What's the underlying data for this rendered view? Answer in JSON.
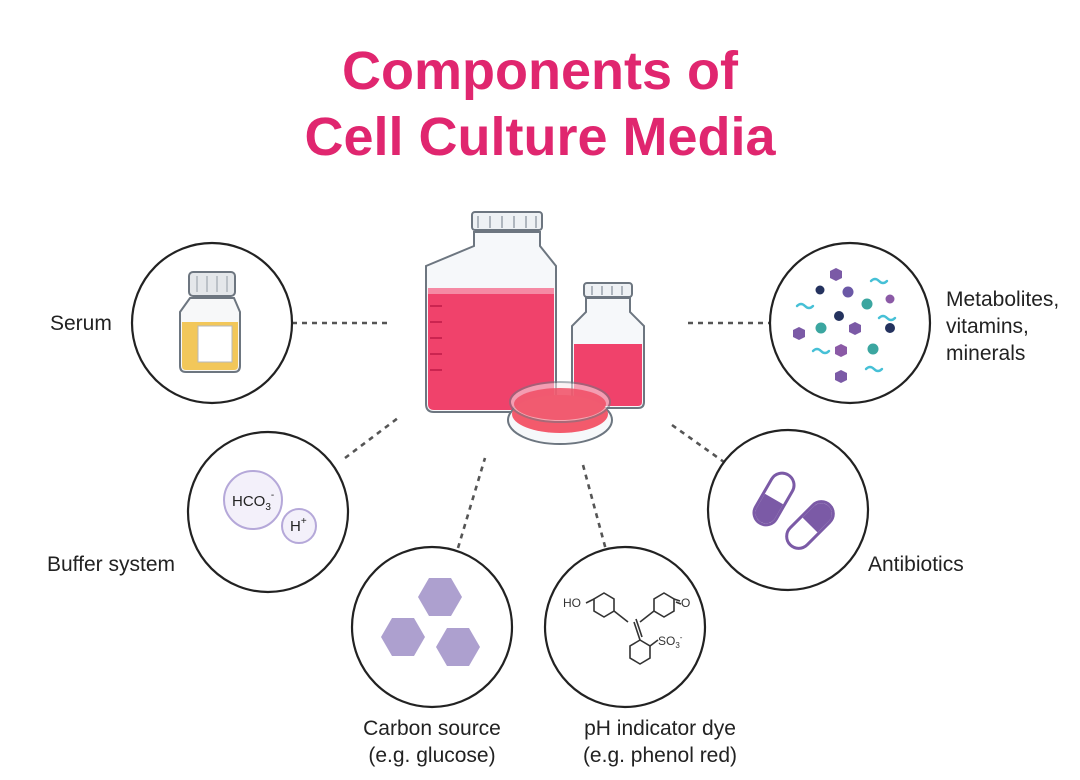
{
  "title": {
    "line1": "Components of",
    "line2": "Cell Culture Media"
  },
  "components": {
    "serum": {
      "label": "Serum"
    },
    "buffer": {
      "label": "Buffer system",
      "ion1": "HCO",
      "ion1_sub": "3",
      "ion1_sup": "-",
      "ion2": "H",
      "ion2_sup": "+"
    },
    "carbon": {
      "line1": "Carbon source",
      "line2": "(e.g. glucose)"
    },
    "ph": {
      "line1": "pH indicator dye",
      "line2": "(e.g. phenol red)",
      "group1": "HO",
      "group2": "O",
      "group3": "SO",
      "group3_sub": "3",
      "group3_sup": "-"
    },
    "antibiotics": {
      "label": "Antibiotics"
    },
    "metabolites": {
      "line1": "Metabolites,",
      "line2": "vitamins,",
      "line3": "minerals"
    }
  },
  "colors": {
    "title": "#e0266f",
    "media": "#f0426b",
    "serum": "#f2c75a",
    "molecule": "#7b5aa6",
    "hexagon": "#ada0cf"
  }
}
